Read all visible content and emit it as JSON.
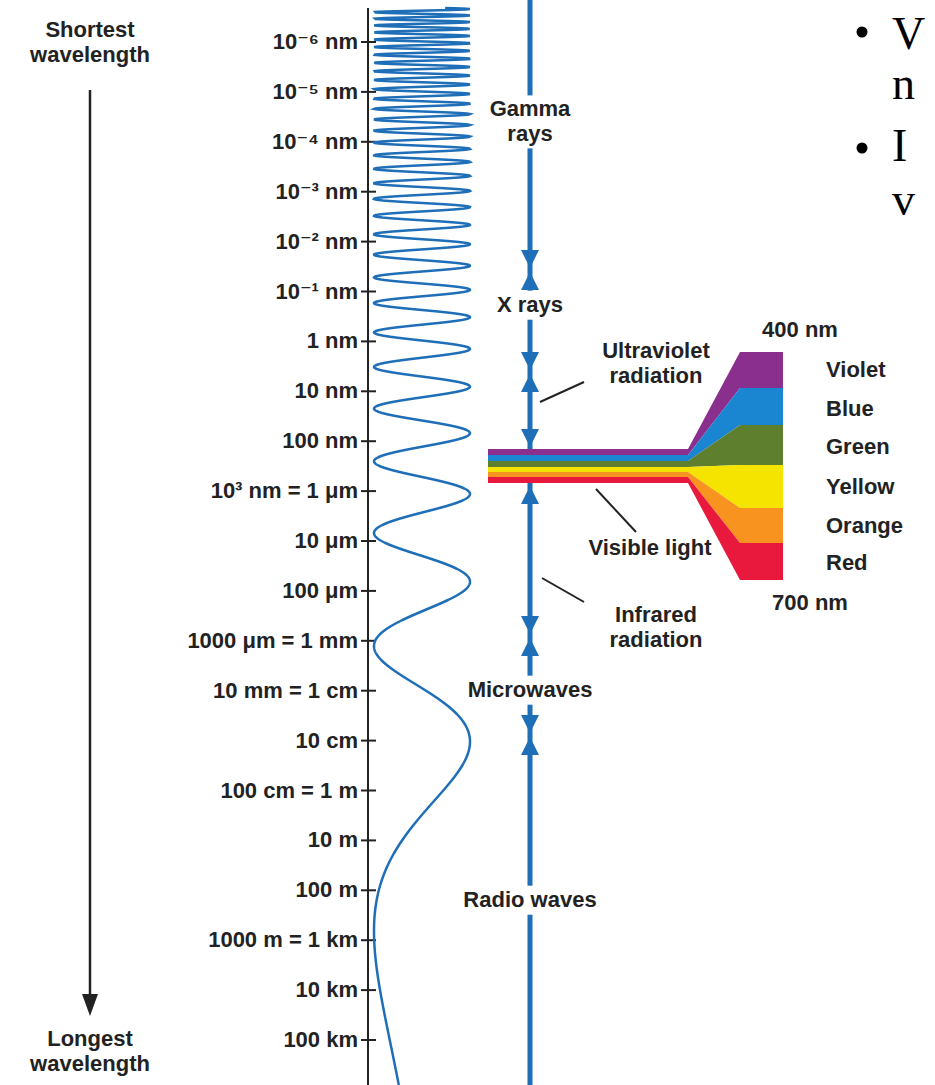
{
  "diagram": {
    "labels": [
      "Shortest wavelength",
      "Longest wavelength",
      "10⁻⁶ nm",
      "10⁻⁵ nm",
      "10⁻⁴ nm",
      "10⁻³ nm",
      "10⁻² nm",
      "10⁻¹ nm",
      "1 nm",
      "10 nm",
      "100 nm",
      "10³ nm = 1 μm",
      "10 μm",
      "100 μm",
      "1000 μm = 1 mm",
      "10 mm = 1 cm",
      "10 cm",
      "100 cm = 1 m",
      "10 m",
      "100 m",
      "1000 m = 1 km",
      "10 km",
      "100 km",
      "Gamma rays",
      "X rays",
      "Ultraviolet radiation",
      "Visible light",
      "Infrared radiation",
      "Microwaves",
      "Radio waves",
      "400 nm",
      "Violet",
      "Blue",
      "Green",
      "Yellow",
      "Orange",
      "Red",
      "700 nm",
      "V",
      "n",
      "I",
      "v"
    ]
  }
}
